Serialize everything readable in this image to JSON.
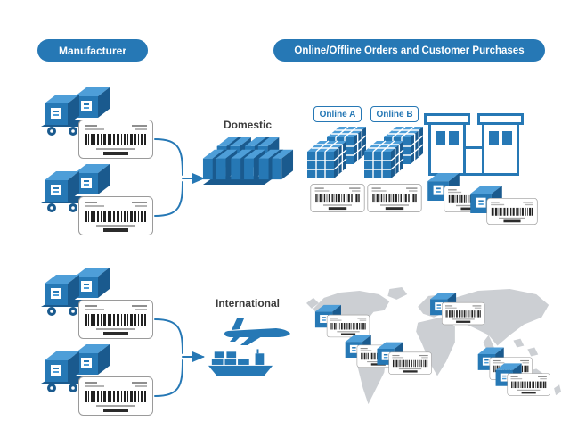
{
  "colors": {
    "primary": "#2678b5",
    "primary-light": "#4e9ed8",
    "primary-dark": "#1a5a8e",
    "map": "#cccfd3",
    "text-dark": "#3b3b3b"
  },
  "banners": {
    "manufacturer": "Manufacturer",
    "orders": "Online/Offline Orders and Customer Purchases"
  },
  "flows": {
    "domestic": "Domestic",
    "international": "International"
  },
  "channels": {
    "a": "Online A",
    "b": "Online B"
  },
  "icons": {
    "manufacturer-boxes": "isometric boxes on roller cart",
    "barcode-label": "shipping label with barcode",
    "pallet": "stacked strapped packages",
    "airplane": "cargo airplane silhouette",
    "cargo-ship": "container ship silhouette",
    "store": "retail store building outline",
    "cube-stack": "stacked parcel cubes",
    "world-map": "world map silhouette"
  }
}
